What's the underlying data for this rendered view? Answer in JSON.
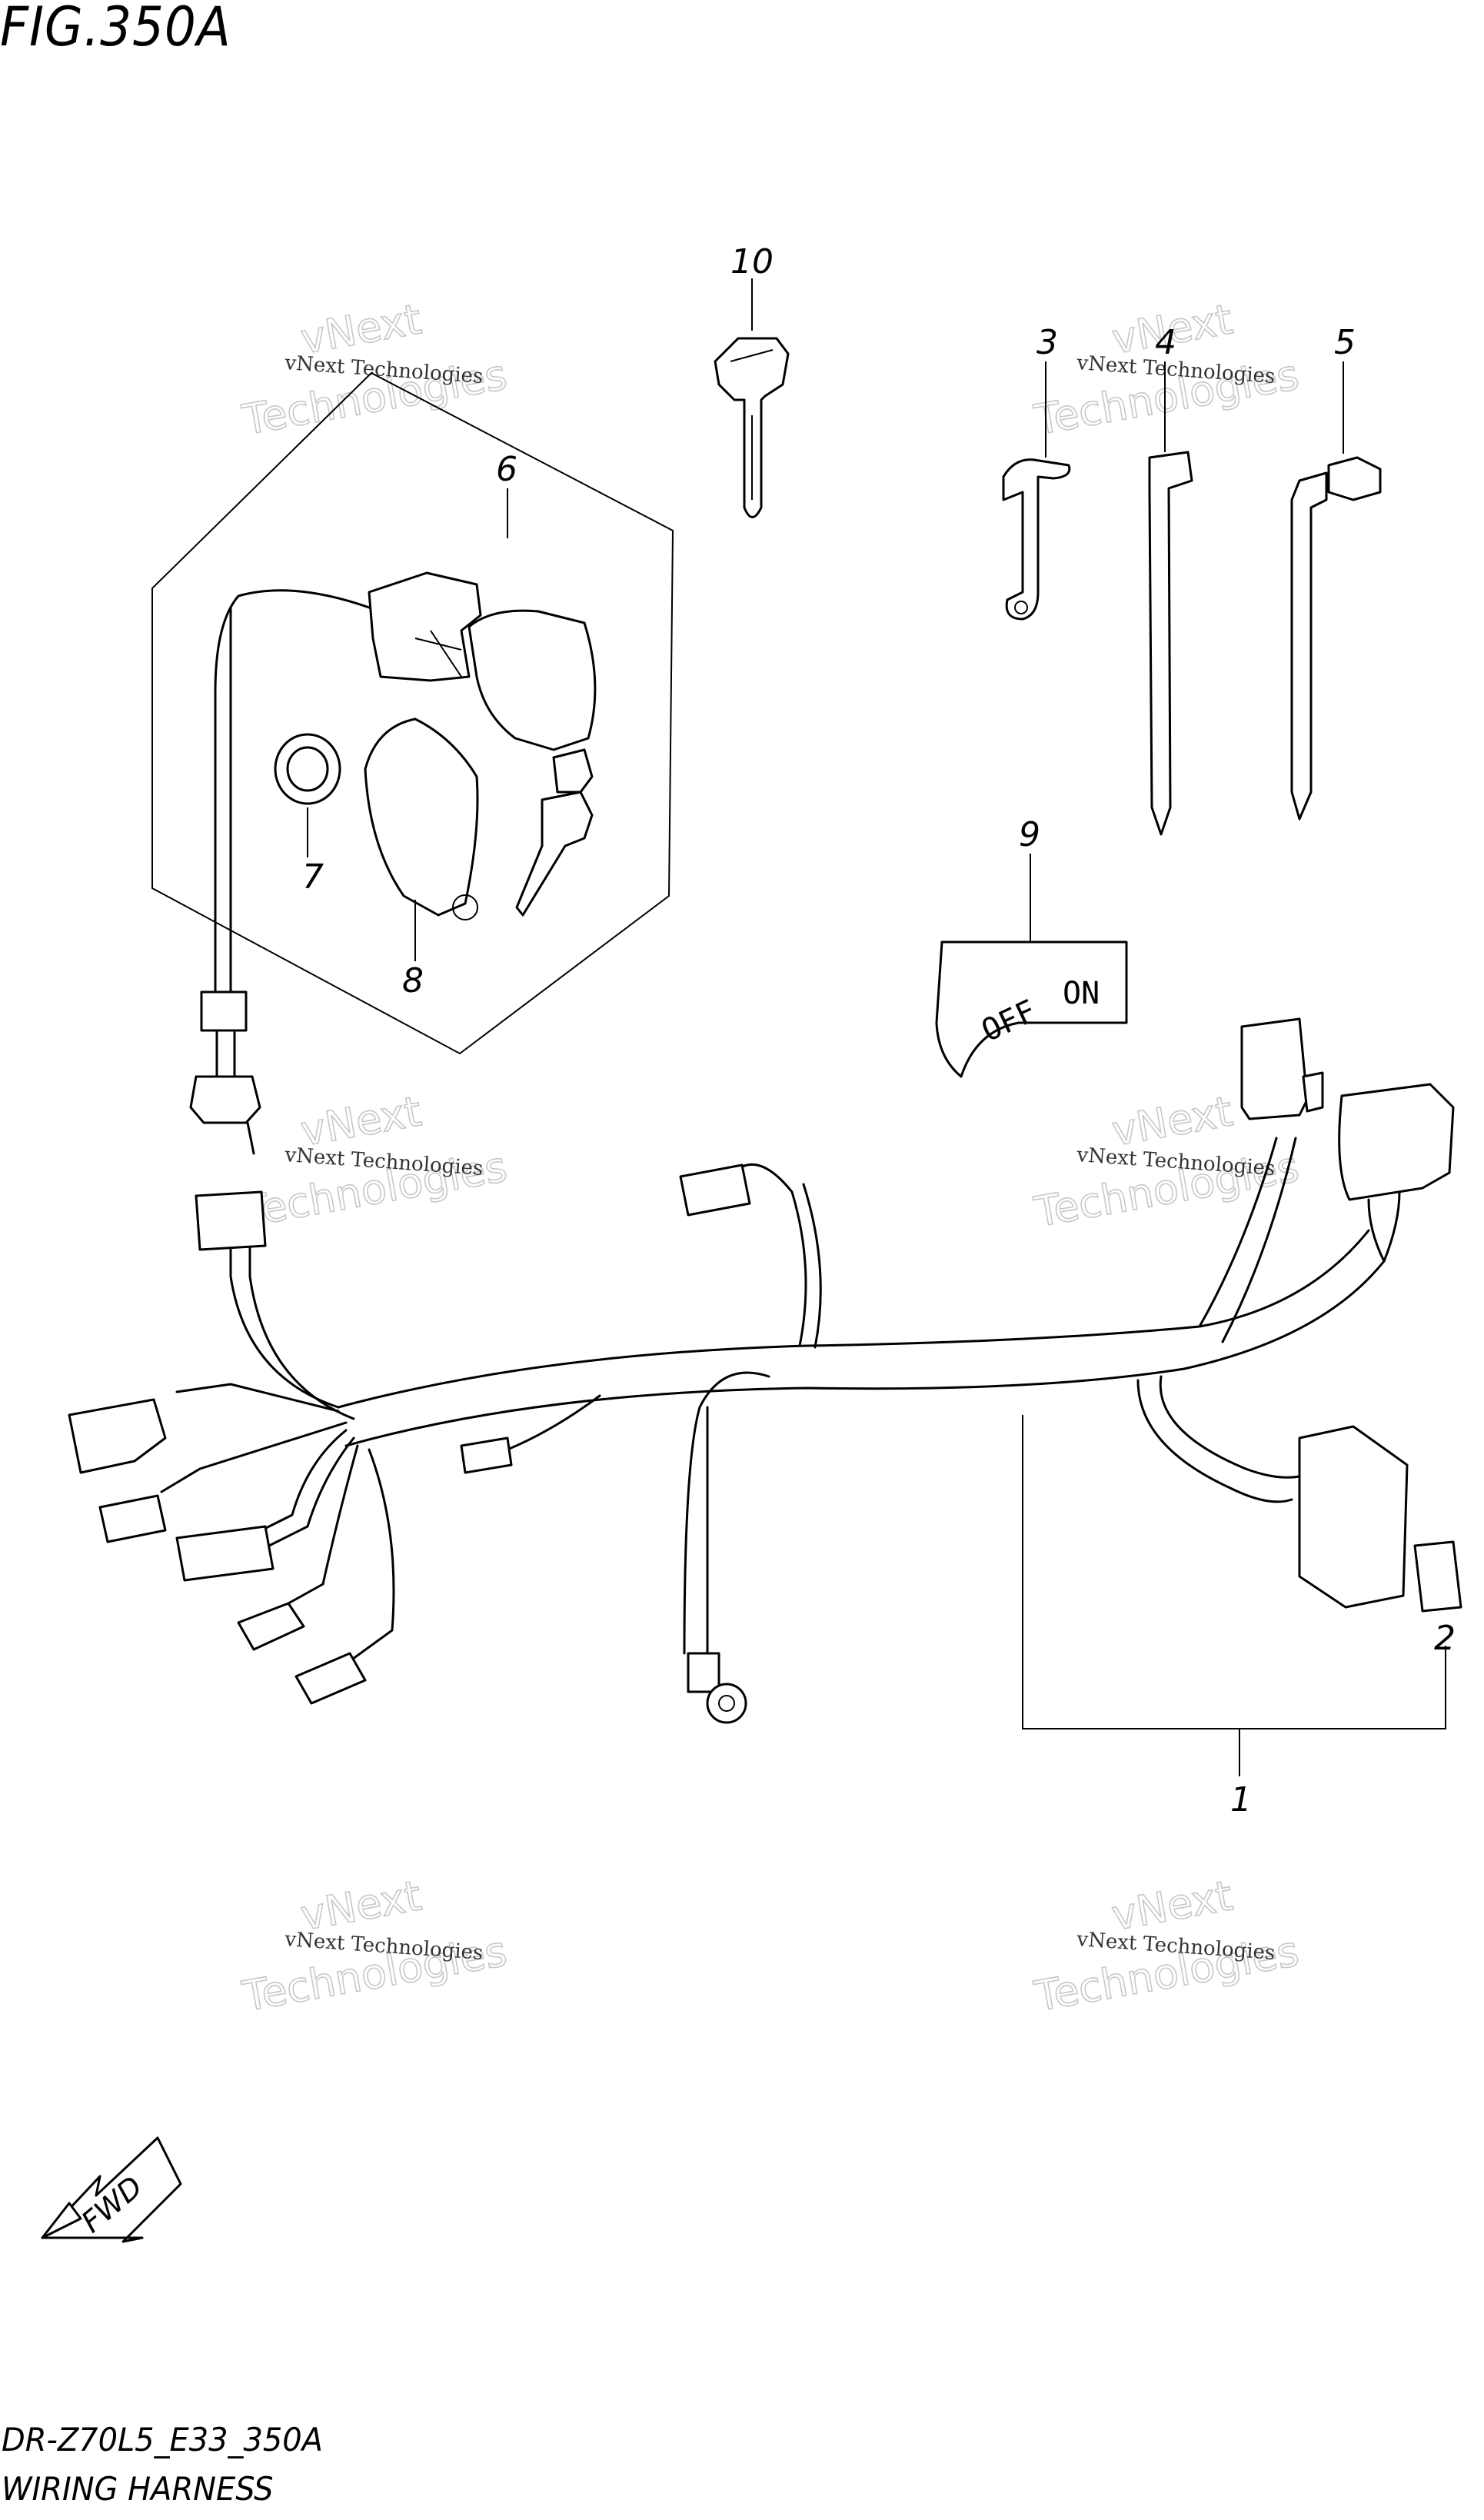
{
  "figure": {
    "title": "FIG.350A"
  },
  "footer": {
    "code": "DR-Z70L5_E33_350A",
    "name": "WIRING HARNESS"
  },
  "callouts": [
    "1",
    "2",
    "3",
    "4",
    "5",
    "6",
    "7",
    "8",
    "9",
    "10"
  ],
  "switch_label": {
    "off": "OFF",
    "on": "ON"
  },
  "direction_arrow": {
    "label": "FWD"
  },
  "watermark": {
    "small": "vNext Technologies",
    "big_top": "vNext",
    "big_bottom": "Technologies"
  }
}
